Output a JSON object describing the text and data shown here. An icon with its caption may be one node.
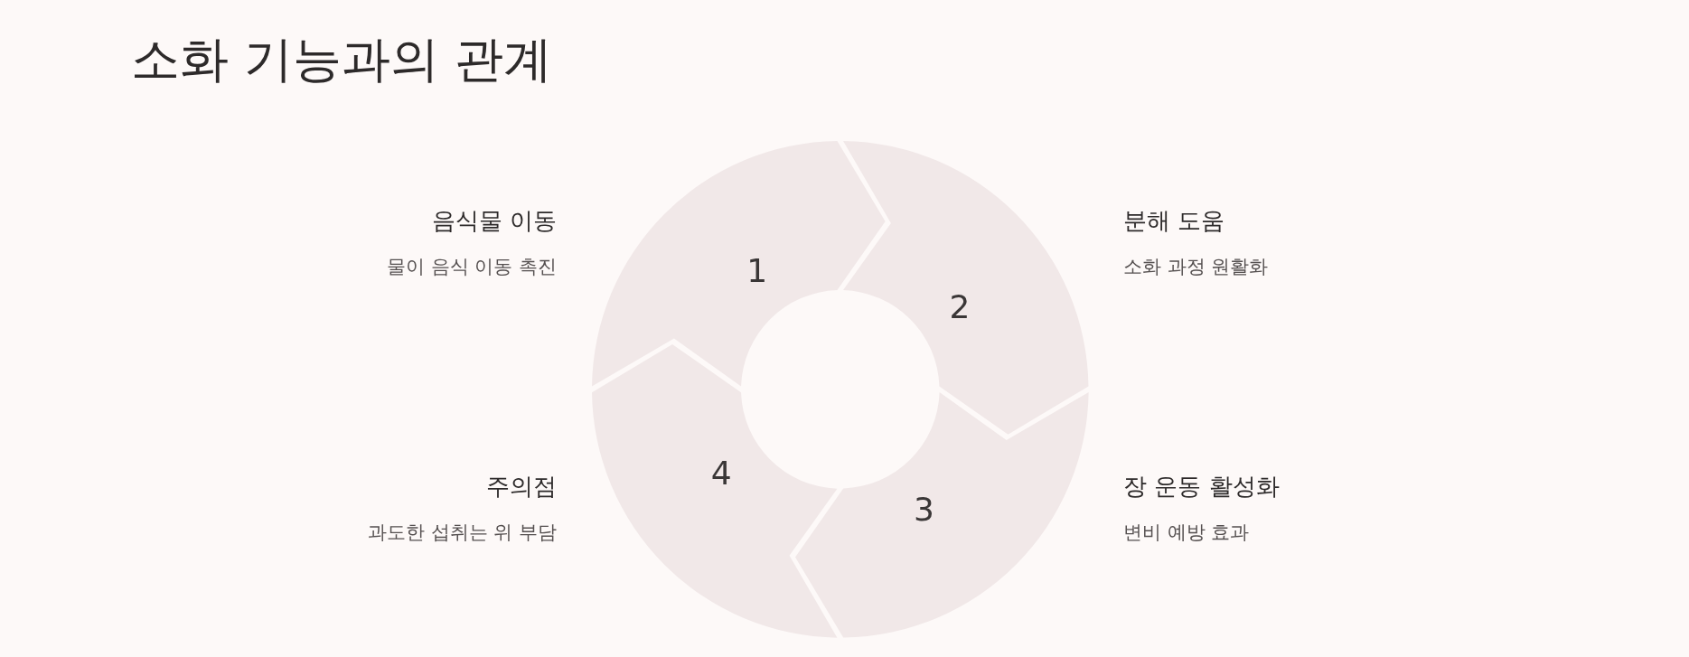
{
  "diagram": {
    "title": "소화 기능과의 관계",
    "nodes": [
      {
        "text": [
          "1"
        ],
        "beside": [
          "음식물 이동",
          "물이 음식 이동 촉진"
        ]
      },
      {
        "text": [
          "2"
        ],
        "beside": [
          "분해 도움",
          "소화 과정 원활화"
        ]
      },
      {
        "text": [
          "3"
        ],
        "beside": [
          "장 운동 활성화",
          "변비 예방 효과"
        ]
      },
      {
        "text": [
          "4"
        ],
        "beside": [
          "주의점",
          "과도한 섭취는 위 부담"
        ]
      }
    ]
  }
}
